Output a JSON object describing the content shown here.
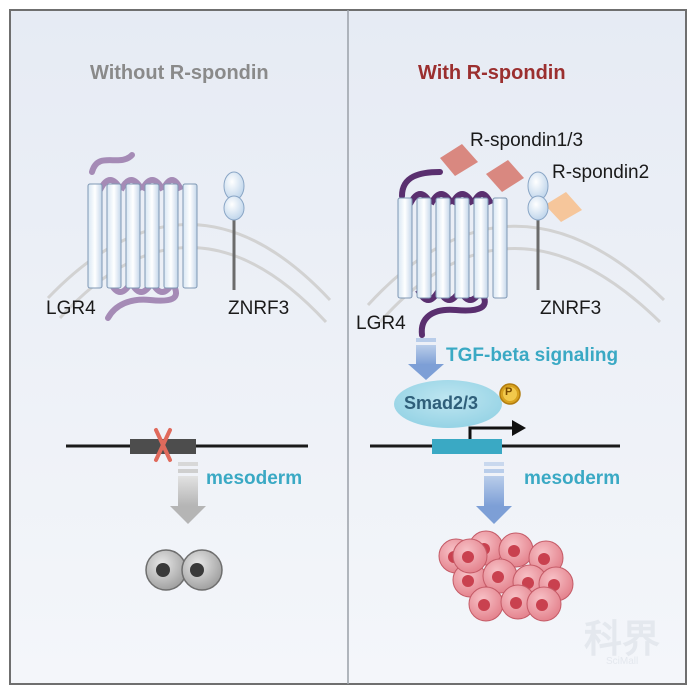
{
  "left_panel": {
    "title": "Without  R-spondin",
    "title_color": "#8a8a8a",
    "receptor_label": "LGR4",
    "znrf3_label": "ZNRF3",
    "gene_label": "mesoderm"
  },
  "right_panel": {
    "title": "With  R-spondin",
    "title_color": "#9b2f2f",
    "ligand1_label": "R-spondin1/3",
    "ligand2_label": "R-spondin2",
    "receptor_label": "LGR4",
    "znrf3_label": "ZNRF3",
    "pathway_label": "TGF-beta signaling",
    "smad_label": "Smad2/3",
    "phospho_label": "P",
    "gene_label": "mesoderm"
  },
  "watermark": {
    "main": "科界",
    "sub": "SciMall"
  },
  "colors": {
    "panel_bg": "#eef2f8",
    "border": "#6f6f6f",
    "lgr4_inactive": "#a58bb6",
    "lgr4_active": "#5a2f6f",
    "rspondin13": "#d98880",
    "rspondin2": "#f6c69b",
    "accent_cyan": "#3aa9c4",
    "arrow_blue": "#87a7d8",
    "cell_red": "#e87b86"
  }
}
